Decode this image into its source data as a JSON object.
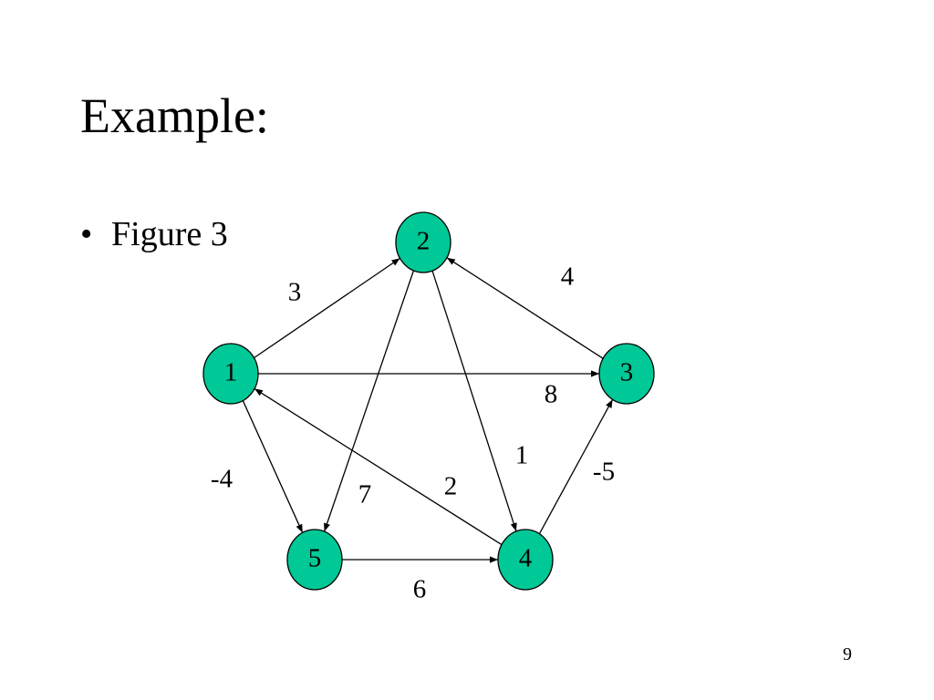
{
  "slide": {
    "title": "Example:",
    "bullet": "•",
    "bullet_text": "Figure 3",
    "page_number": "9"
  },
  "colors": {
    "node_fill": "#00c896",
    "stroke": "#000000",
    "background": "#ffffff"
  },
  "graph": {
    "nodes": [
      {
        "id": "1",
        "label": "1"
      },
      {
        "id": "2",
        "label": "2"
      },
      {
        "id": "3",
        "label": "3"
      },
      {
        "id": "4",
        "label": "4"
      },
      {
        "id": "5",
        "label": "5"
      }
    ],
    "edges": [
      {
        "from": "1",
        "to": "2",
        "weight": "3"
      },
      {
        "from": "3",
        "to": "2",
        "weight": "4"
      },
      {
        "from": "1",
        "to": "3",
        "weight": "8"
      },
      {
        "from": "2",
        "to": "4",
        "weight": "1"
      },
      {
        "from": "4",
        "to": "3",
        "weight": "-5"
      },
      {
        "from": "1",
        "to": "5",
        "weight": "-4"
      },
      {
        "from": "2",
        "to": "5",
        "weight": "7"
      },
      {
        "from": "4",
        "to": "1",
        "weight": "2"
      },
      {
        "from": "5",
        "to": "4",
        "weight": "6"
      }
    ]
  }
}
